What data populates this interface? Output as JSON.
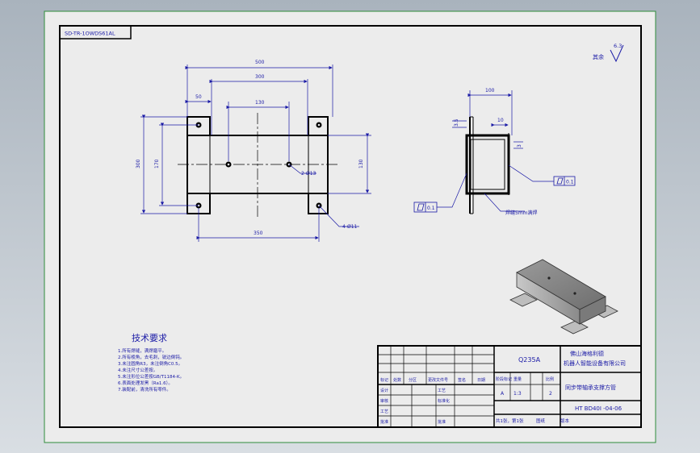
{
  "drawing": {
    "corner_code": "SD-TR-1OWDS61AL",
    "tech_title": "技术要求",
    "tech_notes": [
      "1.所有焊缝，满焊磨平。",
      "2.所有棱角，去毛刺，锐边倒钝。",
      "3.未注圆角R3，未注倒角C0.5。",
      "4.未注尺寸公差按。",
      "5.未注形位公差按GB/T1184-K。",
      "6.表面处理发黑（Ra1.6）。",
      "7.装配前，清洗所有零件。"
    ],
    "surface_finish_note": "其余",
    "surface_finish_value": "6.3"
  },
  "dimensions": {
    "overall_length": "500",
    "inner_length": "300",
    "hole_spacing": "130",
    "flange_width": "50",
    "outer_height": "300",
    "inner_height": "170",
    "right_height": "130",
    "bottom_length": "350",
    "center_holes": "2-Ø13",
    "corner_holes": "4-Ø11",
    "side_width": "100",
    "side_dim": "10",
    "side_dim2": "3.5",
    "side_dim3": "3",
    "flatness_1": "0.1",
    "flatness_2": "0.1",
    "weld_note": "焊缝5mm满焊"
  },
  "title_block": {
    "material": "Q235A",
    "company_line1": "佛山海格利德",
    "company_line2": "机器人智能设备有限公司",
    "part_name": "同步带轴承支撑方管",
    "drawing_no": "HT BD40I -04-06",
    "scale": "1:3",
    "stage_mark": "A",
    "sheet_count": "2",
    "sheets_label": "共1张，第1张",
    "col_labels": [
      "标记",
      "处数",
      "分区",
      "更改文件号",
      "签名",
      "日期"
    ],
    "role_labels": [
      "设计",
      "审核",
      "工艺",
      "批准"
    ],
    "std_label": "标准化",
    "stage_labels": [
      "阶段标记",
      "重量",
      "比例"
    ],
    "footer_labels": [
      "图纸",
      "版本"
    ]
  }
}
